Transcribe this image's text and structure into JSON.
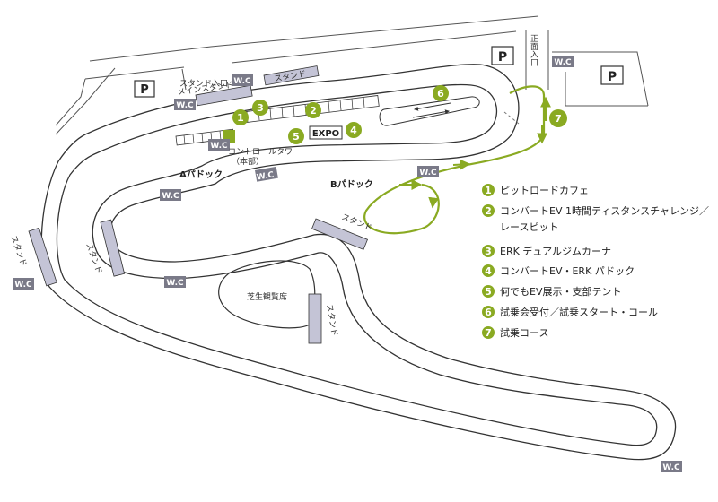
{
  "colors": {
    "green": "#8aaa22",
    "wc": "#7a7a88",
    "stand": "#c4c4d6",
    "track": "#333333"
  },
  "labels": {
    "stand_entrance": "スタンド入口",
    "main_stand": "メインスタンド",
    "stand": "スタンド",
    "main_entrance": "正面入口",
    "control_tower": "コントロールタワー",
    "headquarters": "（本部）",
    "a_paddock": "Aパドック",
    "b_paddock": "Bパドック",
    "lawn_seats": "芝生観覧席",
    "expo": "EXPO",
    "wc": "W.C",
    "parking": "P"
  },
  "markers": [
    "1",
    "2",
    "3",
    "4",
    "5",
    "6",
    "7"
  ],
  "legend": [
    {
      "num": "1",
      "lines": [
        "ピットロードカフェ"
      ]
    },
    {
      "num": "2",
      "lines": [
        "コンバートEV 1時間ティスタンスチャレンジ／",
        "レースピット"
      ]
    },
    {
      "num": "3",
      "lines": [
        "ERK デュアルジムカーナ"
      ]
    },
    {
      "num": "4",
      "lines": [
        "コンバートEV・ERK パドック"
      ]
    },
    {
      "num": "5",
      "lines": [
        "何でもEV展示・支部テント"
      ]
    },
    {
      "num": "6",
      "lines": [
        "試乗会受付／試乗スタート・コール"
      ]
    },
    {
      "num": "7",
      "lines": [
        "試乗コース"
      ]
    }
  ]
}
